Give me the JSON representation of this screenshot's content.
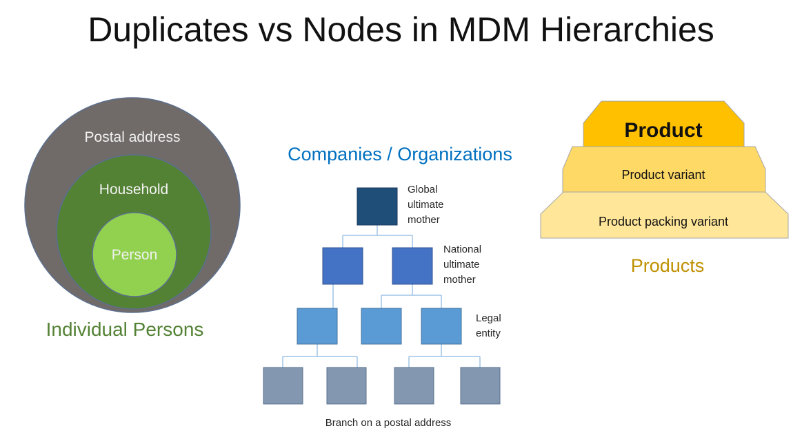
{
  "title": "Duplicates vs Nodes in MDM Hierarchies",
  "persons": {
    "outer_label": "Postal address",
    "middle_label": "Household",
    "inner_label": "Person",
    "caption": "Individual Persons",
    "colors": {
      "outer": "#706b69",
      "middle": "#548235",
      "inner": "#92d050",
      "caption": "#548235",
      "label": "#f2f2f2"
    }
  },
  "companies": {
    "heading": "Companies / Organizations",
    "level_labels": {
      "global": [
        "Global",
        "ultimate",
        "mother"
      ],
      "national": [
        "National",
        "ultimate",
        "mother"
      ],
      "legal": [
        "Legal",
        "entity"
      ],
      "branch": "Branch on a postal address"
    },
    "colors": {
      "heading": "#0070c0",
      "level1": "#1f4e79",
      "level2": "#4472c4",
      "level3": "#5b9bd5",
      "level4": "#8497b0",
      "lines": "#9dc3e6"
    }
  },
  "products": {
    "top_label": "Product",
    "middle_label": "Product variant",
    "bottom_label": "Product packing variant",
    "caption": "Products",
    "colors": {
      "top": "#ffc000",
      "middle": "#ffd966",
      "bottom": "#ffe699",
      "caption": "#bf9000",
      "outline": "#a6a6a6"
    }
  }
}
